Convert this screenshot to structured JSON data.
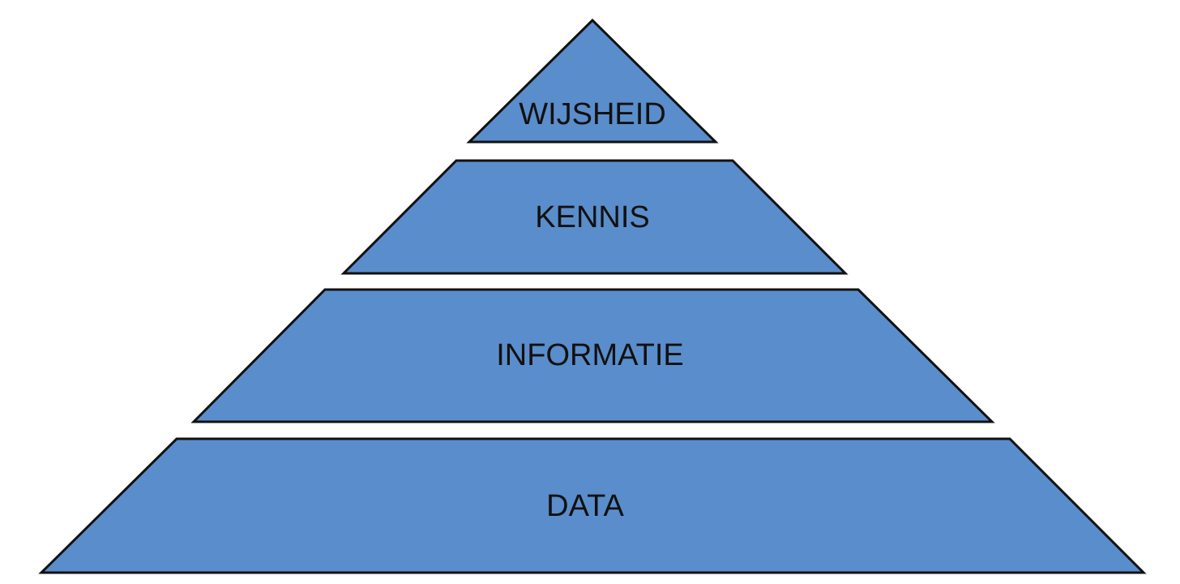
{
  "diagram": {
    "type": "pyramid",
    "fill_color": "#5a8dcb",
    "outline_color": "#111111",
    "tiers": [
      {
        "label": "WIJSHEID"
      },
      {
        "label": "KENNIS"
      },
      {
        "label": "INFORMATIE"
      },
      {
        "label": "DATA"
      }
    ]
  }
}
